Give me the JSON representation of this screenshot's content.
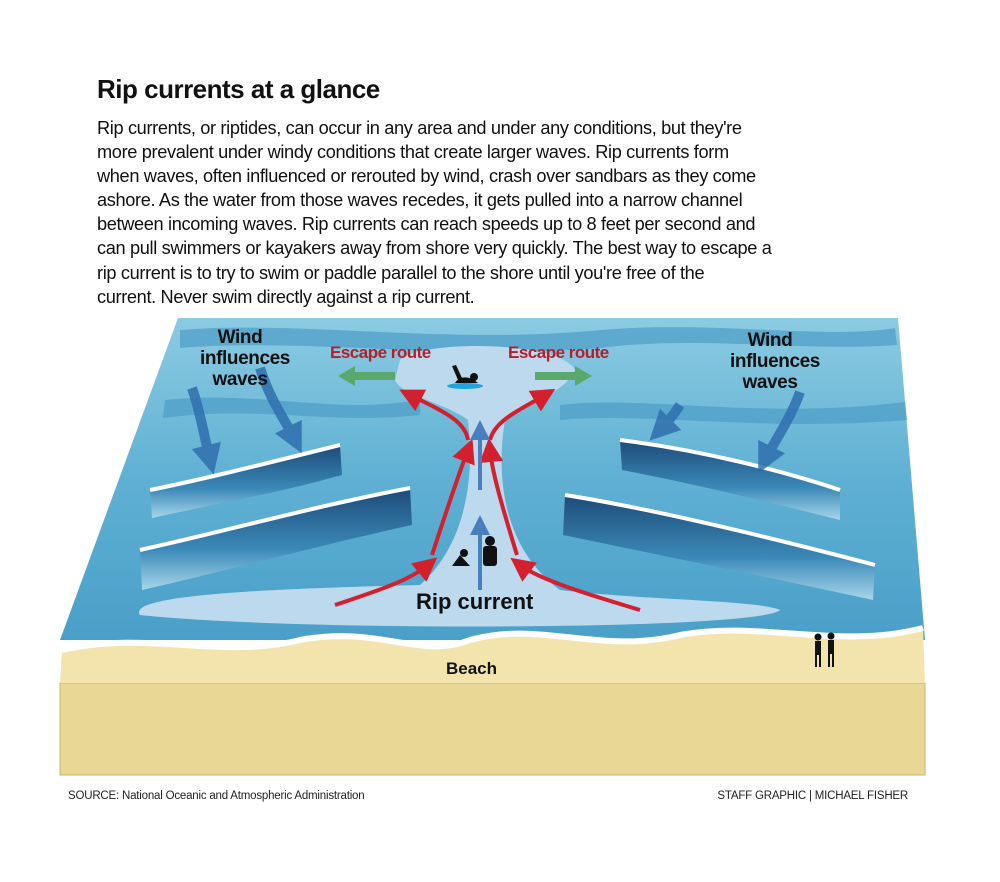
{
  "title": "Rip currents at a glance",
  "body_lines": [
    "Rip currents, or riptides, can occur in any area and under any conditions, but they're",
    "more prevalent under windy conditions that create larger waves. Rip currents form",
    "when waves, often influenced or rerouted by wind, crash over sandbars as they come",
    "ashore. As the water from those waves recedes, it gets pulled into a narrow channel",
    "between incoming waves. Rip currents can reach speeds up to 8 feet per second and",
    "can pull swimmers or kayakers away from shore very quickly. The best way to escape a",
    "rip current is to try to swim or paddle parallel to the shore until you're free of the",
    "current. Never swim directly against a rip current."
  ],
  "diagram": {
    "wind_left": [
      "Wind",
      "influences",
      "waves"
    ],
    "wind_right": [
      "Wind",
      "influences",
      "waves"
    ],
    "escape_left": "Escape route",
    "escape_right": "Escape route",
    "rip_current": "Rip current",
    "beach": "Beach",
    "colors": {
      "water": "#5fb0d3",
      "channel": "#bcd9ee",
      "sand": "#f3e4ae",
      "sand_side": "#e9d796",
      "current_arrow": "#d3202f",
      "escape_arrow": "#5aa86b",
      "wind_arrow": "#2f6fae"
    }
  },
  "footer": {
    "source": "SOURCE: National Oceanic and Atmospheric Administration",
    "credit": "STAFF GRAPHIC | MICHAEL FISHER"
  }
}
